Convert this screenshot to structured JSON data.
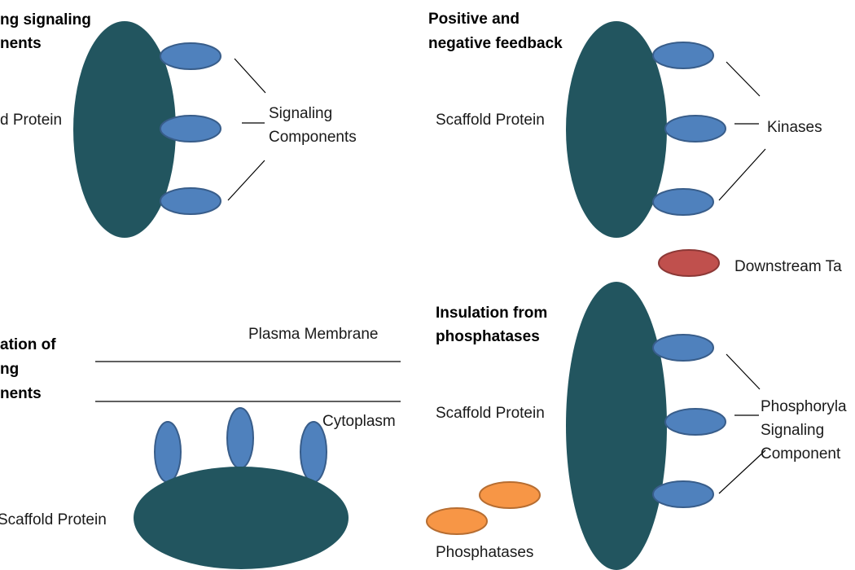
{
  "panels": {
    "grouping": {
      "heading_lines": [
        "ng signaling",
        "nents"
      ],
      "scaffold_label": "d Protein",
      "components_label_lines": [
        "Signaling",
        "Components"
      ]
    },
    "feedback": {
      "heading_lines": [
        "Positive and",
        "negative feedback"
      ],
      "scaffold_label": "Scaffold Protein",
      "kinases_label": "Kinases",
      "downstream_label": "Downstream Ta"
    },
    "localization": {
      "heading_lines": [
        "ation of",
        "ng",
        "nents"
      ],
      "membrane_label": "Plasma Membrane",
      "cytoplasm_label": "Cytoplasm",
      "scaffold_label": "Scaffold Protein"
    },
    "insulation": {
      "heading_lines": [
        "Insulation from",
        "phosphatases"
      ],
      "scaffold_label": "Scaffold Protein",
      "phosphorylated_label_lines": [
        "Phosphoryla",
        "Signaling",
        "Component"
      ],
      "phosphatases_label": "Phosphatases"
    }
  },
  "colors": {
    "scaffold": "#22555f",
    "component": "#4f81bd",
    "downstream_target": "#c0504d",
    "phosphatase": "#f79646"
  }
}
